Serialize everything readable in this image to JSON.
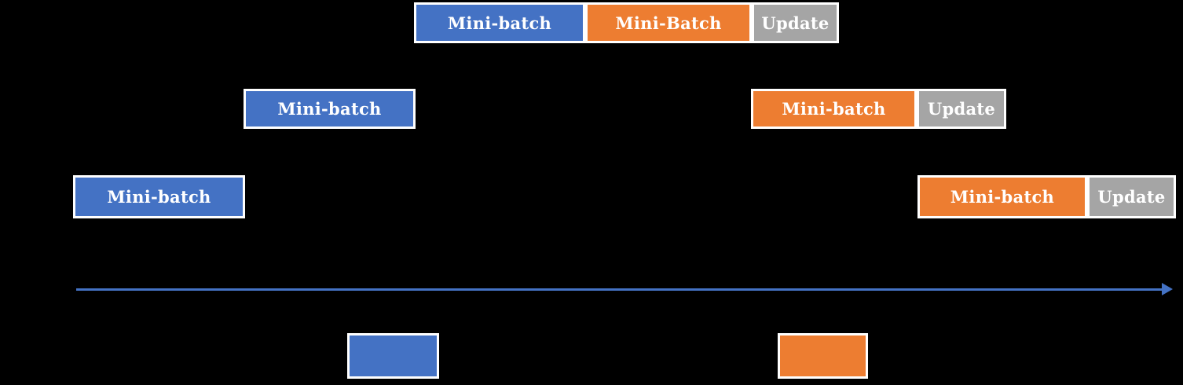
{
  "figure": {
    "description": "Staggered mini-batch processing timeline diagram with three worker rows, a rightward time arrow, and a two-color legend",
    "background": "#000000",
    "palette": {
      "blue": "#4472C4",
      "orange": "#ED7D31",
      "gray": "#A5A5A5",
      "box_border": "#FFFFFF",
      "label_text": "#FFFFFF",
      "arrow": "#4472C4"
    },
    "rows": [
      {
        "segments": [
          {
            "label": "Mini-batch",
            "color": "blue"
          },
          {
            "label": "Mini-Batch",
            "color": "orange"
          },
          {
            "label": "Update",
            "color": "gray"
          }
        ]
      },
      {
        "segments": [
          {
            "label": "Mini-batch",
            "color": "blue"
          },
          {
            "label": "Mini-batch",
            "color": "orange"
          },
          {
            "label": "Update",
            "color": "gray"
          }
        ]
      },
      {
        "segments": [
          {
            "label": "Mini-batch",
            "color": "blue"
          },
          {
            "label": "Mini-batch",
            "color": "orange"
          },
          {
            "label": "Update",
            "color": "gray"
          }
        ]
      }
    ],
    "timeline": {
      "direction": "right",
      "color": "#4472C4"
    },
    "legend": [
      {
        "swatch_color": "blue",
        "hex": "#4472C4",
        "label": ""
      },
      {
        "swatch_color": "orange",
        "hex": "#ED7D31",
        "label": ""
      }
    ]
  }
}
